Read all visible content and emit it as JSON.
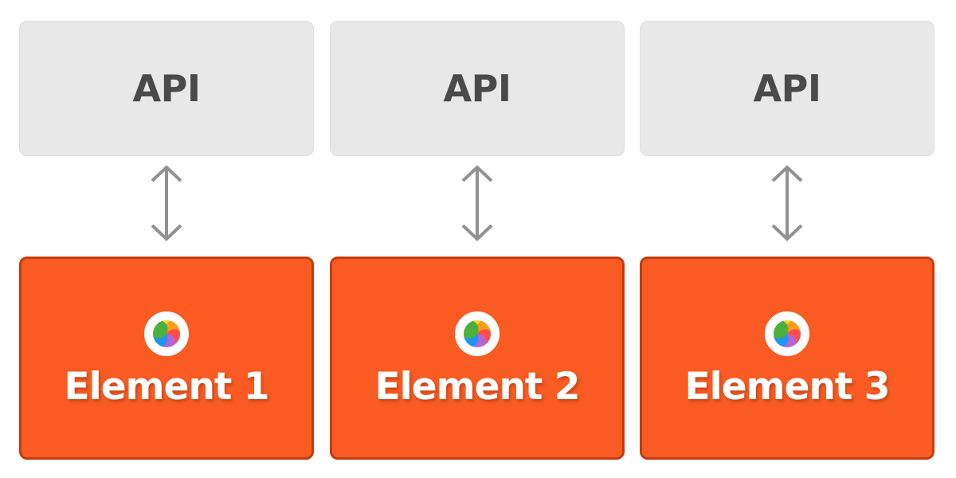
{
  "diagram": {
    "type": "three-column-api-element-diagram",
    "background_color": "#ffffff",
    "columns": [
      {
        "api": {
          "label": "API"
        },
        "connector": {
          "kind": "double-headed-vertical-arrow",
          "color": "#919191"
        },
        "element": {
          "label": "Element 1",
          "logo": "pinwheel-logo-icon"
        }
      },
      {
        "api": {
          "label": "API"
        },
        "connector": {
          "kind": "double-headed-vertical-arrow",
          "color": "#919191"
        },
        "element": {
          "label": "Element 2",
          "logo": "pinwheel-logo-icon"
        }
      },
      {
        "api": {
          "label": "API"
        },
        "connector": {
          "kind": "double-headed-vertical-arrow",
          "color": "#919191"
        },
        "element": {
          "label": "Element 3",
          "logo": "pinwheel-logo-icon"
        }
      }
    ],
    "colors": {
      "api_box_fill": "#e8e8e8",
      "api_box_border": "#dedede",
      "api_text": "#4a4a4a",
      "element_box_fill": "#f95b22",
      "element_box_border": "#c33b0e",
      "element_text": "#ffffff",
      "arrow": "#919191",
      "logo_ring": "#ffffff",
      "logo_yellow": "#ffd52e",
      "logo_orange": "#ff9c17",
      "logo_red": "#fc4d4d",
      "logo_purple": "#b764d6",
      "logo_blue": "#1e95f0",
      "logo_green": "#4caf3e"
    }
  }
}
